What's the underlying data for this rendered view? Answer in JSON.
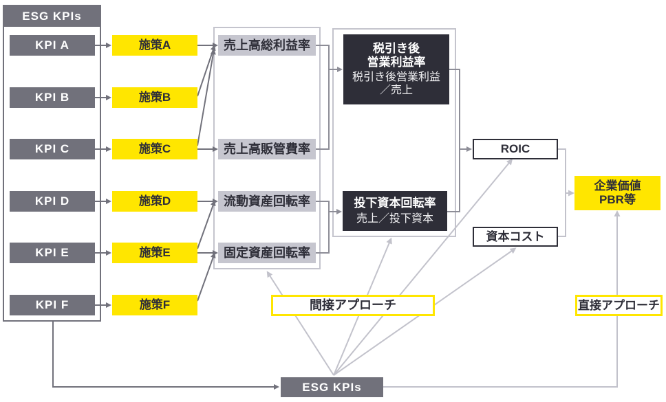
{
  "colors": {
    "accent_yellow": "#ffe600",
    "dark_charcoal": "#2e2e38",
    "medium_gray": "#71717b",
    "ratio_box_fill": "#c6c6cf",
    "light_connector": "#c2c2cb"
  },
  "esg_panel": {
    "title": "ESG KPIs",
    "items": [
      "KPI A",
      "KPI B",
      "KPI C",
      "KPI D",
      "KPI E",
      "KPI F"
    ]
  },
  "measures": {
    "items": [
      "施策A",
      "施策B",
      "施策C",
      "施策D",
      "施策E",
      "施策F"
    ]
  },
  "ratios": {
    "items": [
      "売上高総利益率",
      "売上高販管費率",
      "流動資産回転率",
      "固定資産回転率"
    ]
  },
  "drivers": {
    "profit_margin": {
      "title_line1": "税引き後",
      "title_line2": "営業利益率",
      "formula_line1": "税引き後営業利益",
      "formula_line2": "／売上"
    },
    "capital_turnover": {
      "title": "投下資本回転率",
      "formula": "売上／投下資本"
    }
  },
  "outputs": {
    "roic": "ROIC",
    "capital_cost": "資本コスト",
    "enterprise_value_line1": "企業価値",
    "enterprise_value_line2": "PBR等"
  },
  "approaches": {
    "indirect": "間接アプローチ",
    "direct": "直接アプローチ"
  },
  "bottom": {
    "esg_kpis": "ESG KPIs"
  }
}
